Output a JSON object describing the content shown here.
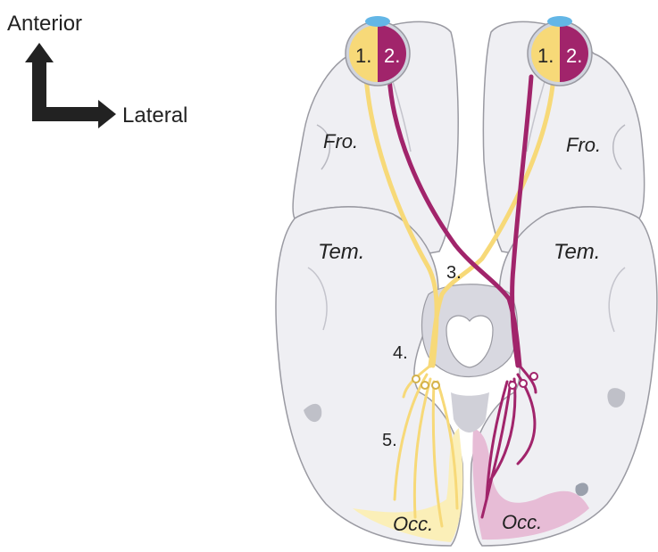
{
  "orientation": {
    "anterior_label": "Anterior",
    "lateral_label": "Lateral"
  },
  "eyes": {
    "left": {
      "temporal_label": "1.",
      "nasal_label": "2."
    },
    "right": {
      "temporal_label": "1.",
      "nasal_label": "2."
    }
  },
  "lobes": {
    "frontal_left": "Fro.",
    "frontal_right": "Fro.",
    "temporal_left": "Tem.",
    "temporal_right": "Tem.",
    "occipital_left": "Occ.",
    "occipital_right": "Occ."
  },
  "pathway_labels": {
    "chiasm": "3.",
    "lgn": "4.",
    "radiations": "5."
  },
  "colors": {
    "temporal_pathway": "#f7d978",
    "nasal_pathway": "#a1246b",
    "brain_fill": "#eeeef2",
    "brain_stroke": "#9a9aa2",
    "occipital_left_tint": "#fbefb8",
    "occipital_right_tint": "#e7bcd6"
  }
}
